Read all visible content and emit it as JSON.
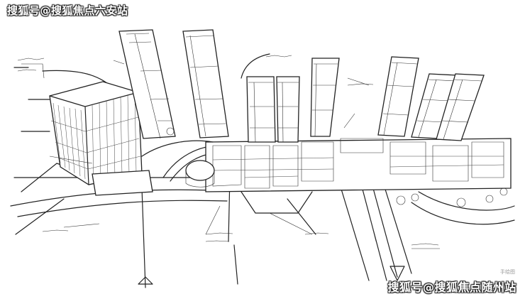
{
  "watermarks": {
    "top_left": "搜狐号@搜狐焦点六安站",
    "bottom_right": "搜狐号@搜狐焦点随州站"
  },
  "caption": "手绘图"
}
